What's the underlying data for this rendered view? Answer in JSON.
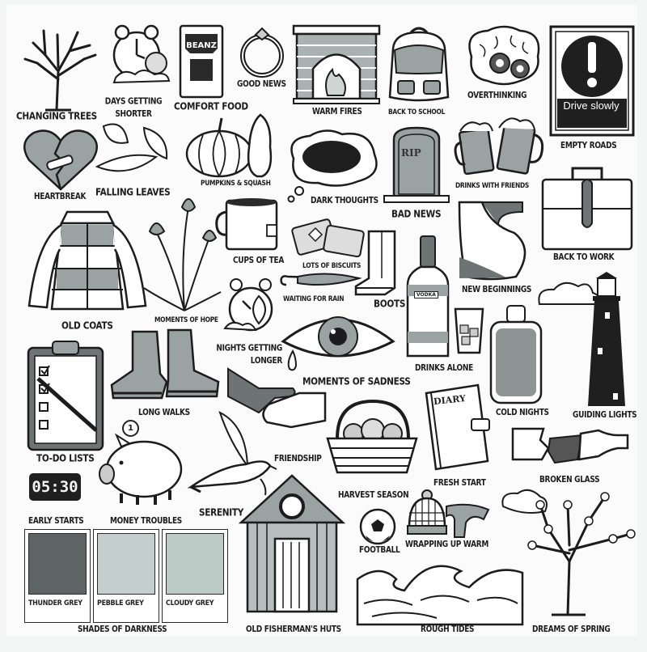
{
  "poster": {
    "colors": {
      "ink": "#1c1c1c",
      "grey_fill": "#9aa3a2",
      "dark_fill": "#5c6261",
      "paper": "#fbfbfb"
    },
    "items": [
      {
        "id": "changing-trees",
        "label": "CHANGING TREES"
      },
      {
        "id": "days-getting-shorter",
        "label": "DAYS GETTING SHORTER"
      },
      {
        "id": "comfort-food",
        "label": "COMFORT FOOD"
      },
      {
        "id": "good-news",
        "label": "GOOD NEWS"
      },
      {
        "id": "warm-fires",
        "label": "WARM FIRES"
      },
      {
        "id": "back-to-school",
        "label": "BACK TO SCHOOL"
      },
      {
        "id": "overthinking",
        "label": "OVERTHINKING"
      },
      {
        "id": "empty-roads",
        "label": "EMPTY ROADS"
      },
      {
        "id": "heartbreak",
        "label": "HEARTBREAK"
      },
      {
        "id": "falling-leaves",
        "label": "FALLING LEAVES"
      },
      {
        "id": "pumpkins-squash",
        "label": "PUMPKINS & SQUASH"
      },
      {
        "id": "dark-thoughts",
        "label": "DARK THOUGHTS"
      },
      {
        "id": "bad-news",
        "label": "BAD NEWS"
      },
      {
        "id": "drinks-with-friends",
        "label": "DRINKS WITH FRIENDS"
      },
      {
        "id": "back-to-work",
        "label": "BACK TO WORK"
      },
      {
        "id": "old-coats",
        "label": "OLD COATS"
      },
      {
        "id": "moments-of-hope",
        "label": "MOMENTS OF HOPE"
      },
      {
        "id": "cups-of-tea",
        "label": "CUPS OF TEA"
      },
      {
        "id": "lots-of-biscuits",
        "label": "LOTS OF BISCUITS"
      },
      {
        "id": "waiting-for-rain",
        "label": "WAITING FOR RAIN"
      },
      {
        "id": "boots",
        "label": "BOOTS"
      },
      {
        "id": "new-beginnings",
        "label": "NEW BEGINNINGS"
      },
      {
        "id": "nights-getting-longer",
        "label": "NIGHTS GETTING LONGER"
      },
      {
        "id": "moments-of-sadness",
        "label": "MOMENTS OF SADNESS"
      },
      {
        "id": "drinks-alone",
        "label": "DRINKS ALONE"
      },
      {
        "id": "cold-nights",
        "label": "COLD NIGHTS"
      },
      {
        "id": "guiding-lights",
        "label": "GUIDING LIGHTS"
      },
      {
        "id": "long-walks",
        "label": "LONG WALKS"
      },
      {
        "id": "to-do-lists",
        "label": "TO-DO LISTS"
      },
      {
        "id": "friendship",
        "label": "FRIENDSHIP"
      },
      {
        "id": "fresh-start",
        "label": "FRESH START"
      },
      {
        "id": "broken-glass",
        "label": "BROKEN GLASS"
      },
      {
        "id": "early-starts",
        "label": "EARLY STARTS"
      },
      {
        "id": "money-troubles",
        "label": "MONEY TROUBLES"
      },
      {
        "id": "serenity",
        "label": "SERENITY"
      },
      {
        "id": "harvest-season",
        "label": "HARVEST SEASON"
      },
      {
        "id": "football",
        "label": "FOOTBALL"
      },
      {
        "id": "wrapping-up-warm",
        "label": "WRAPPING UP WARM"
      },
      {
        "id": "shades-of-darkness",
        "label": "SHADES OF DARKNESS"
      },
      {
        "id": "old-fishermans-huts",
        "label": "OLD FISHERMAN'S HUTS"
      },
      {
        "id": "rough-tides",
        "label": "ROUGH TIDES"
      },
      {
        "id": "dreams-of-spring",
        "label": "DREAMS OF SPRING"
      }
    ],
    "embedded_text": {
      "beanz": "BEANZ",
      "rip": "RIP",
      "sign": "Drive slowly",
      "vodka": "VODKA",
      "diary": "DIARY",
      "clock_time": "05:30",
      "coin": "1"
    },
    "swatches": [
      {
        "name": "THUNDER GREY",
        "color": "#5e6463"
      },
      {
        "name": "PEBBLE GREY",
        "color": "#c4cecd"
      },
      {
        "name": "CLOUDY GREY",
        "color": "#bccbc6"
      }
    ]
  }
}
